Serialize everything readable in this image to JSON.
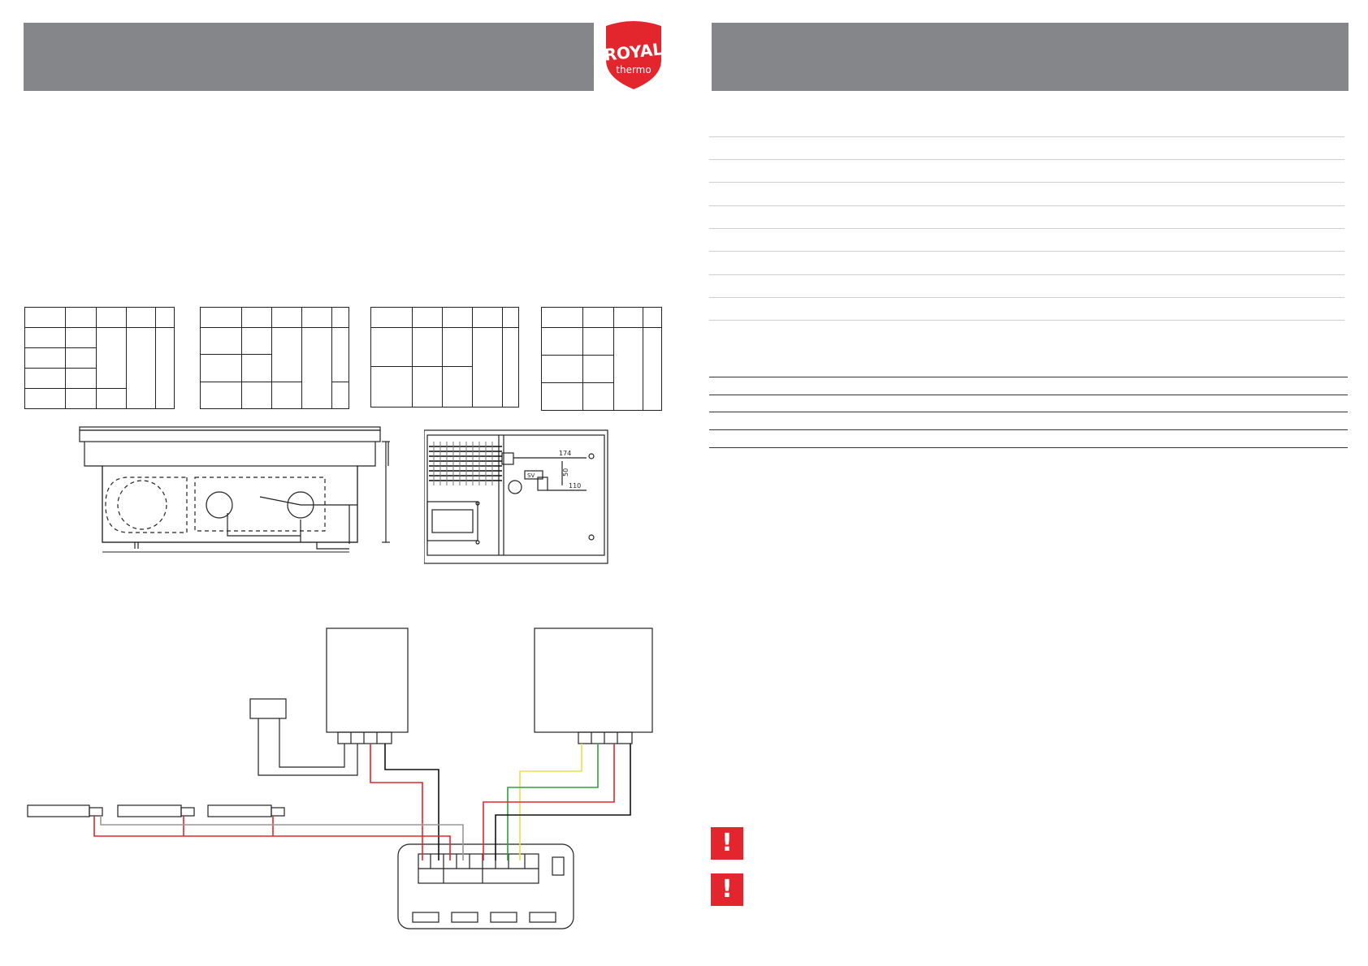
{
  "brand": {
    "name": "ROYAL",
    "tagline": "thermo",
    "color": "#e3262d"
  },
  "header": {
    "banner_color": "#85868a"
  },
  "section_diagram": {
    "dimension_labels": {
      "top": "174",
      "middle": "110",
      "vertical": "50"
    },
    "valve_label": "SV"
  },
  "wiring": {
    "colors": {
      "red": "#e3262d",
      "black": "#111111",
      "yellow": "#e8e04a",
      "green": "#2e9e3e",
      "grey": "#999999"
    }
  },
  "warnings": [
    {
      "icon": "warning-icon",
      "symbol": "!"
    },
    {
      "icon": "warning-icon",
      "symbol": "!"
    }
  ]
}
